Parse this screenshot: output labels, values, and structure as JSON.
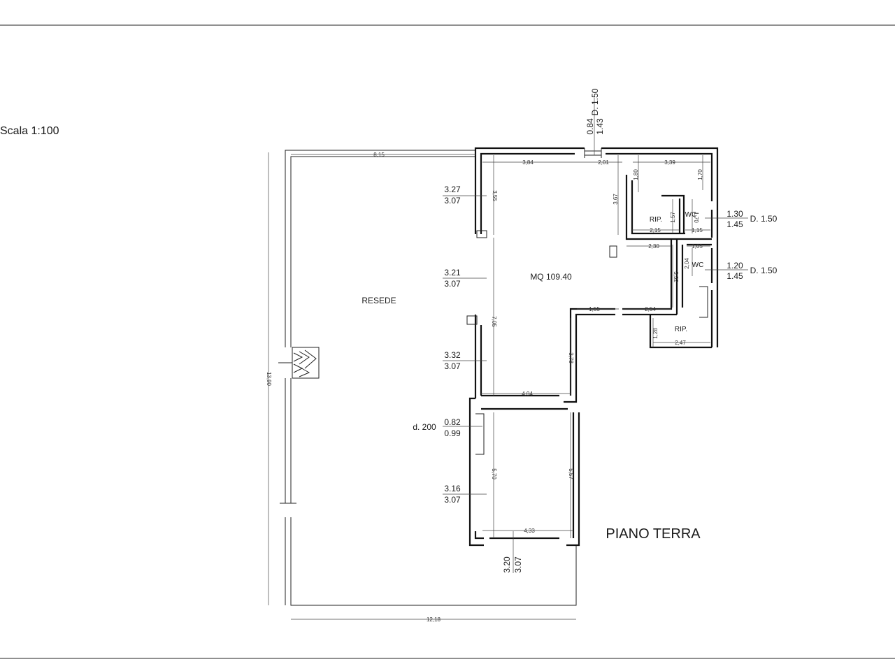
{
  "scale": "Scala 1:100",
  "plan_title": "PIANO TERRA",
  "area": "MQ 109.40",
  "resede": "RESEDE",
  "rooms": {
    "rip1": "RIP.",
    "wc1": "WC",
    "wc2": "WC",
    "rip2": "RIP."
  },
  "windows": [
    {
      "h": "3.27",
      "s": "3.07"
    },
    {
      "h": "3.21",
      "s": "3.07"
    },
    {
      "h": "3.32",
      "s": "3.07"
    },
    {
      "h": "0.82",
      "s": "0.99",
      "d": "d. 200"
    },
    {
      "h": "3.16",
      "s": "3.07"
    },
    {
      "h": "3.20",
      "s": "3.07"
    },
    {
      "h": "1.30",
      "s": "1.45",
      "d": "D. 1.50"
    },
    {
      "h": "1.20",
      "s": "1.45",
      "d": "D. 1.50"
    },
    {
      "h": "0.84",
      "s": "1.43",
      "d": "D. 1.50"
    }
  ],
  "dims": {
    "d815": "8,15",
    "d384": "3,84",
    "d201": "2,01",
    "d339": "3,39",
    "d355": "3,55",
    "d367": "3,67",
    "d180": "1,80",
    "d170a": "1,70",
    "d157": "1,57",
    "d170b": "1,70",
    "d215": "2,15",
    "d115": "1,15",
    "d230": "2,30",
    "d105": "1,05",
    "d204": "2,04",
    "d332": "3,32",
    "d155": "1,55",
    "d254": "2,54",
    "d128": "1,28",
    "d247": "2,47",
    "d705": "7,05",
    "d378": "3,78",
    "d404": "4,04",
    "d570": "5,70",
    "d557": "5,57",
    "d433": "4,33",
    "d1218": "12,18",
    "d1390": "13,90"
  }
}
